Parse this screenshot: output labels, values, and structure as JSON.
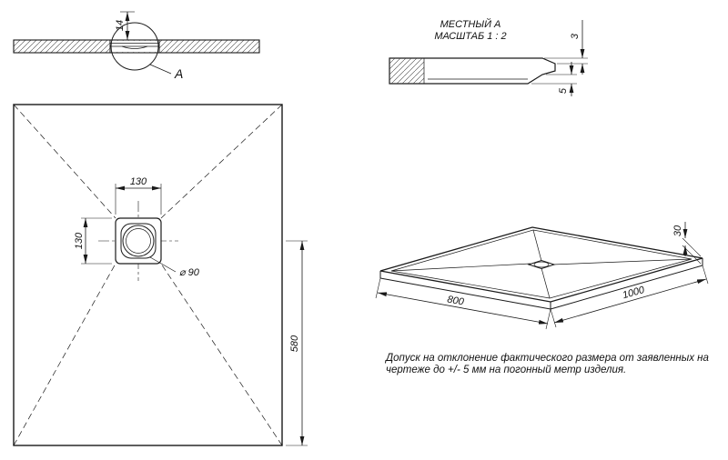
{
  "meta": {
    "background_color": "#ffffff",
    "line_color": "#1a1a1a"
  },
  "section_view": {
    "dim_thickness": "14",
    "detail_label": "A"
  },
  "detail_view": {
    "title": "МЕСТНЫЙ А",
    "scale": "МАСШТАБ 1 : 2",
    "dim_top": "3",
    "dim_bottom": "5"
  },
  "plan_view": {
    "dim_drain_width": "130",
    "dim_drain_height": "130",
    "dim_drain_diameter": "⌀ 90",
    "dim_length": "580"
  },
  "iso_view": {
    "dim_width": "800",
    "dim_depth": "1000",
    "dim_height": "30"
  },
  "note": {
    "line1": "Допуск на отклонение фактического размера от заявленных на",
    "line2": "чертеже до +/- 5 мм на погонный метр изделия."
  }
}
